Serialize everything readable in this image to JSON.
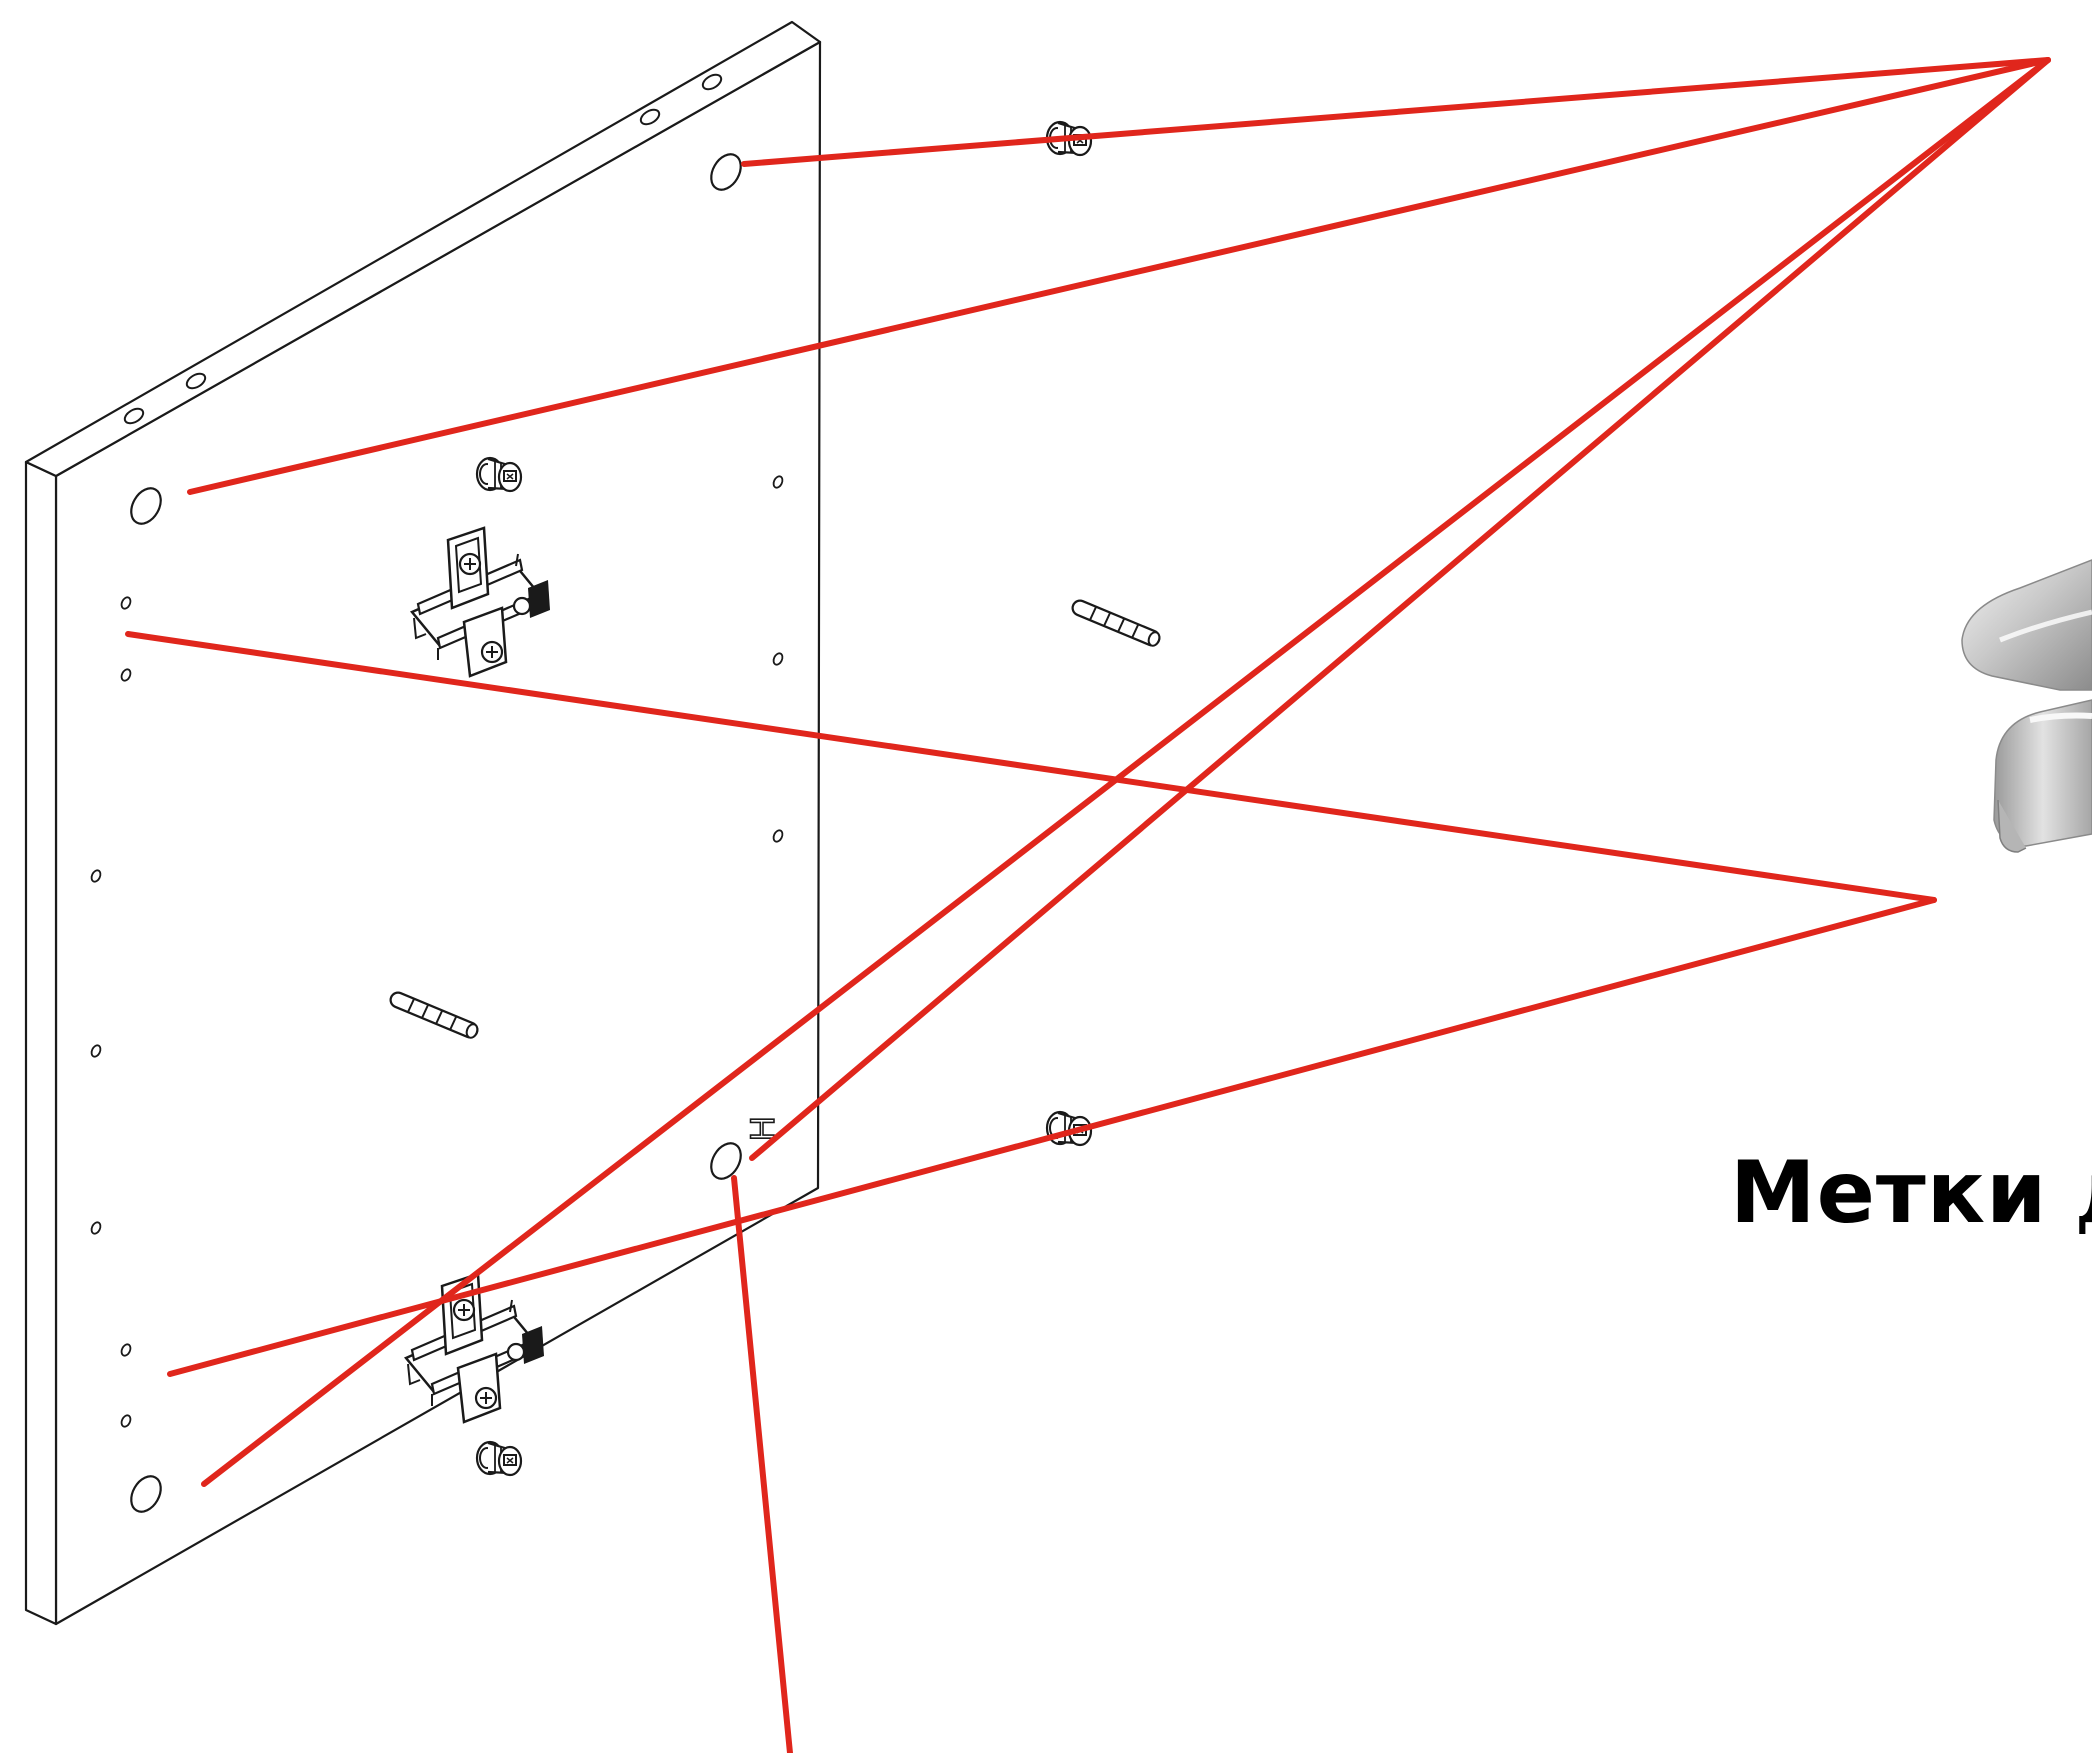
{
  "caption": {
    "bold": "Метки",
    "rest": " д"
  },
  "colors": {
    "pointer_line": "#e0261c",
    "outline": "#1a1a1a",
    "background": "#ffffff"
  },
  "panel_mark_glyph": "Н",
  "icon_names": [
    "cam-connector-icon",
    "hinge-plate-icon",
    "wooden-dowel-icon",
    "hinge-photo-icon"
  ]
}
